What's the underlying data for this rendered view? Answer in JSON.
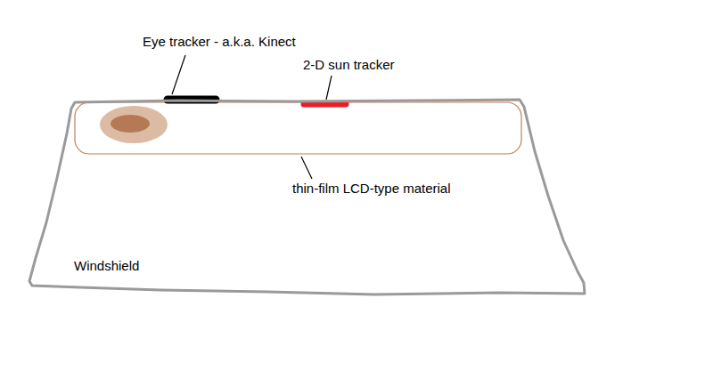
{
  "diagram": {
    "nodes": [
      {
        "text": [
          "Windshield"
        ]
      }
    ],
    "labels": [
      "Eye tracker - a.k.a. Kinect",
      "2-D sun tracker",
      "thin-film LCD-type material"
    ]
  }
}
